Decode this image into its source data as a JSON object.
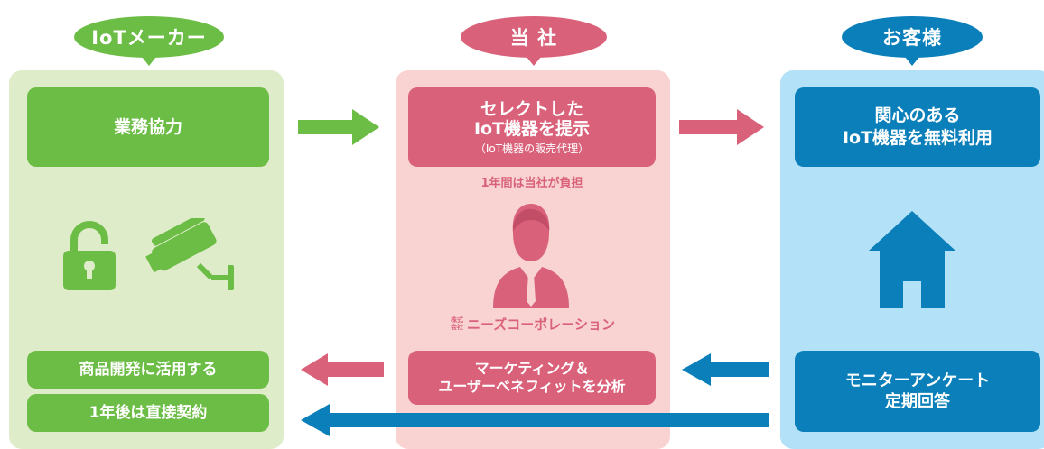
{
  "headers": {
    "maker": "IoTメーカー",
    "company": "当 社",
    "customer": "お客様"
  },
  "maker": {
    "cooperation": "業務協力",
    "product_dev": "商品開発に活用する",
    "direct_contract": "1年後は直接契約"
  },
  "company": {
    "select_line1": "セレクトした",
    "select_line2": "IoT機器を提示",
    "select_sub": "（IoT機器の販売代理）",
    "burden_note": "1年間は当社が負担",
    "name_prefix_line1": "株式",
    "name_prefix_line2": "会社",
    "name": "ニーズコーポレーション",
    "marketing_line1": "マーケティング＆",
    "marketing_line2": "ユーザーベネフィットを分析"
  },
  "customer": {
    "interest_line1": "関心のある",
    "interest_line2": "IoT機器を無料利用",
    "monitor_line1": "モニターアンケート",
    "monitor_line2": "定期回答"
  },
  "colors": {
    "green": "#6cbd45",
    "green_bg": "#dfecc9",
    "pink": "#d9627a",
    "pink_bg": "#f9d3d1",
    "blue": "#0a7fba",
    "blue_bg": "#b3e1f7"
  },
  "icons": [
    "padlock-icon",
    "security-camera-icon",
    "businessman-icon",
    "house-icon",
    "arrow-right-icon",
    "arrow-left-icon"
  ]
}
